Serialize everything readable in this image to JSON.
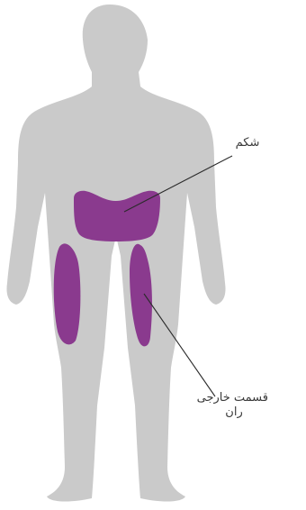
{
  "labels": {
    "abdomen": "شکم",
    "outer_thigh_line1": "قسمت خارجی",
    "outer_thigh_line2": "ران"
  },
  "colors": {
    "body": "#cacaca",
    "injection_area": "#8a3a8e",
    "leader_line": "#2b2b2b",
    "label_text": "#3a3a3a"
  }
}
